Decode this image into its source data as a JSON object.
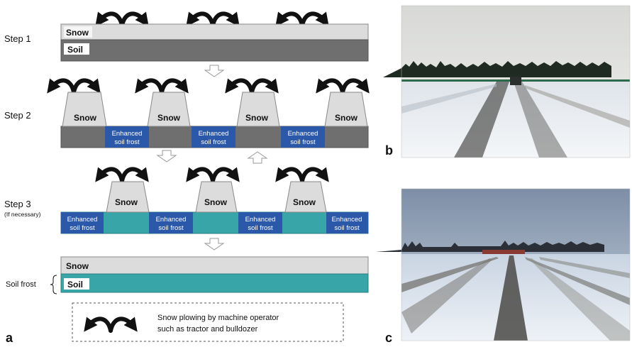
{
  "panel_a": {
    "step1_label": "Step 1",
    "step2_label": "Step 2",
    "step3_label": "Step 3",
    "step3_note": "(If necessary)",
    "snow": "Snow",
    "soil": "Soil",
    "soil_frost_label": "Soil frost",
    "enhanced_line1": "Enhanced",
    "enhanced_line2": "soil frost",
    "legend_line1": "Snow plowing by machine operator",
    "legend_line2": "such as tractor and bulldozer",
    "letter": "a"
  },
  "panel_b": {
    "letter": "b",
    "photo": "snow-plowed field with tractor and tree line"
  },
  "panel_c": {
    "letter": "c",
    "photo": "field with snow windrows and bare soil strips"
  },
  "colors": {
    "snow": "#dcdcdc",
    "soil": "#6f6f6f",
    "frozen_soil": "#38a5a9",
    "enhanced_frost": "#2b58a8",
    "arrow": "#111111"
  }
}
